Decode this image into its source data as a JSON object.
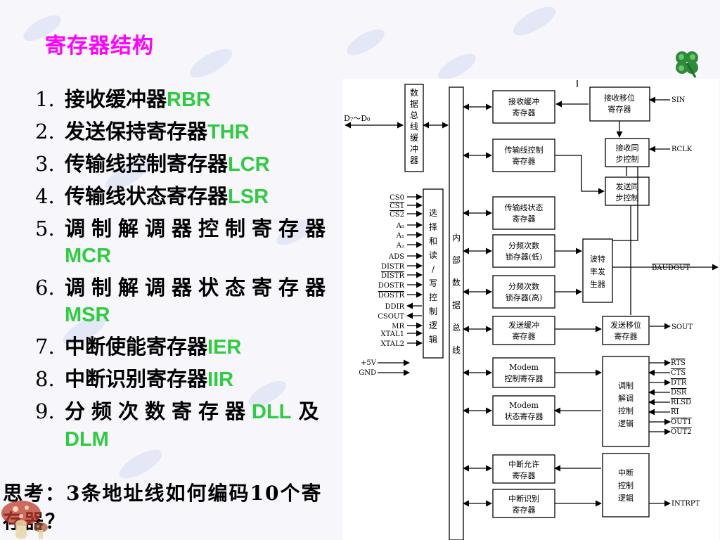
{
  "slide": {
    "title": "寄存器结构",
    "registers": [
      {
        "num": "1.",
        "name": "接收缓冲器",
        "abbr": "RBR"
      },
      {
        "num": "2.",
        "name": "发送保持寄存器",
        "abbr": "THR"
      },
      {
        "num": "3.",
        "name": "传输线控制寄存器",
        "abbr": "LCR"
      },
      {
        "num": "4.",
        "name": "传输线状态寄存器",
        "abbr": "LSR"
      },
      {
        "num": "5.",
        "name": "调制解调器控制寄存器",
        "abbr": "MCR"
      },
      {
        "num": "6.",
        "name": "调制解调器状态寄存器",
        "abbr": "MSR"
      },
      {
        "num": "7.",
        "name": "中断使能寄存器",
        "abbr": "IER"
      },
      {
        "num": "8.",
        "name": "中断识别寄存器",
        "abbr": "IIR"
      },
      {
        "num": "9.",
        "name": "分频次数寄存器",
        "abbr": "DLL",
        "conj": "及",
        "abbr2": "DLM"
      }
    ],
    "question": "思考：3条地址线如何编码10个寄存器？"
  },
  "diagram": {
    "input_bus": "D₇～D₀",
    "buffer_label": "数据总线缓冲器",
    "select_logic_label": "选择和读/写控制逻辑",
    "internal_bus_label": "内部数据总线",
    "control_pins": [
      "CS0",
      "CS1",
      "CS2",
      "A₀",
      "A₁",
      "A₂",
      "ADS",
      "DISTR",
      "DISTR",
      "DOSTR",
      "DOSTR",
      "DDIR",
      "CSOUT",
      "MR",
      "XTAL1",
      "XTAL2"
    ],
    "power_pins": [
      "+5V",
      "GND"
    ],
    "blocks": {
      "rbr": "接收缓冲寄存器",
      "rsr": "接收移位寄存器",
      "lcr": "传输线控制寄存器",
      "rx_sync": "接收同步控制",
      "tx_sync": "发送同步控制",
      "lsr": "传输线状态寄存器",
      "dll": "分频次数锁存器(低)",
      "dlm": "分频次数锁存器(高)",
      "baud": "波特率发生器",
      "thr": "发送缓冲寄存器",
      "tsr": "发送移位寄存器",
      "mcr": "Modem控制寄存器",
      "msr": "Modem状态寄存器",
      "modem_logic": "调制解调控制逻辑",
      "ier": "中断允许寄存器",
      "iir": "中断识别寄存器",
      "int_logic": "中断控制逻辑"
    },
    "signals": {
      "sin": "SIN",
      "rclk": "RCLK",
      "baudout": "BAUDOUT",
      "sout": "SOUT",
      "modem_pins": [
        "RTS",
        "CTS",
        "DTR",
        "DSR",
        "RLSD",
        "RI",
        "OUT1",
        "OUT2"
      ],
      "intrpt": "INTRPT"
    }
  }
}
